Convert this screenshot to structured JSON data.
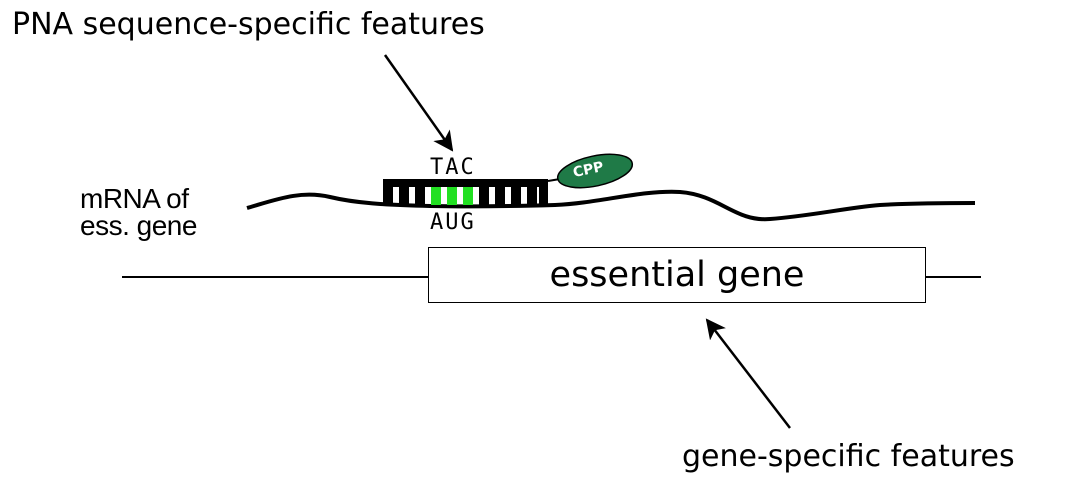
{
  "diagram": {
    "top_label": "PNA sequence-specific features",
    "mrna_label_line1": "mRNA of",
    "mrna_label_line2": "ess. gene",
    "pna_codon": "TAC",
    "mrna_codon": "AUG",
    "cpp_label": "CPP",
    "gene_box_label": "essential gene",
    "bottom_label": "gene-specific features"
  },
  "colors": {
    "cpp_fill": "#1f7a47",
    "match_green": "#22e022",
    "stroke": "#000000"
  }
}
